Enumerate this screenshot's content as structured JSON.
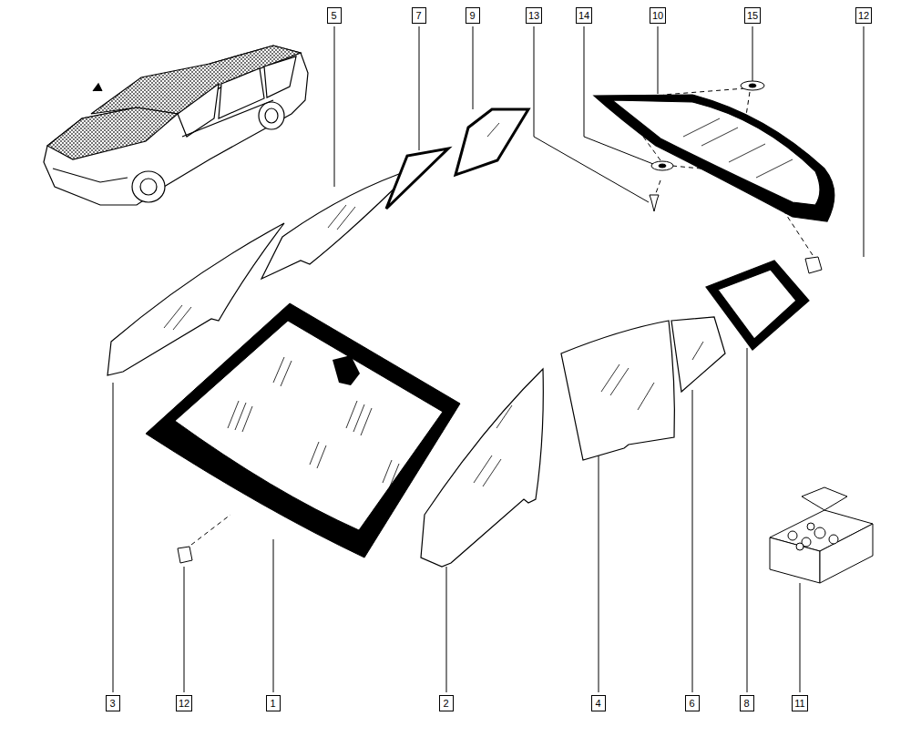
{
  "diagram": {
    "labels": [
      "5",
      "7",
      "9",
      "13",
      "14",
      "10",
      "15",
      "12",
      "3",
      "12",
      "1",
      "2",
      "4",
      "6",
      "8",
      "11"
    ]
  }
}
